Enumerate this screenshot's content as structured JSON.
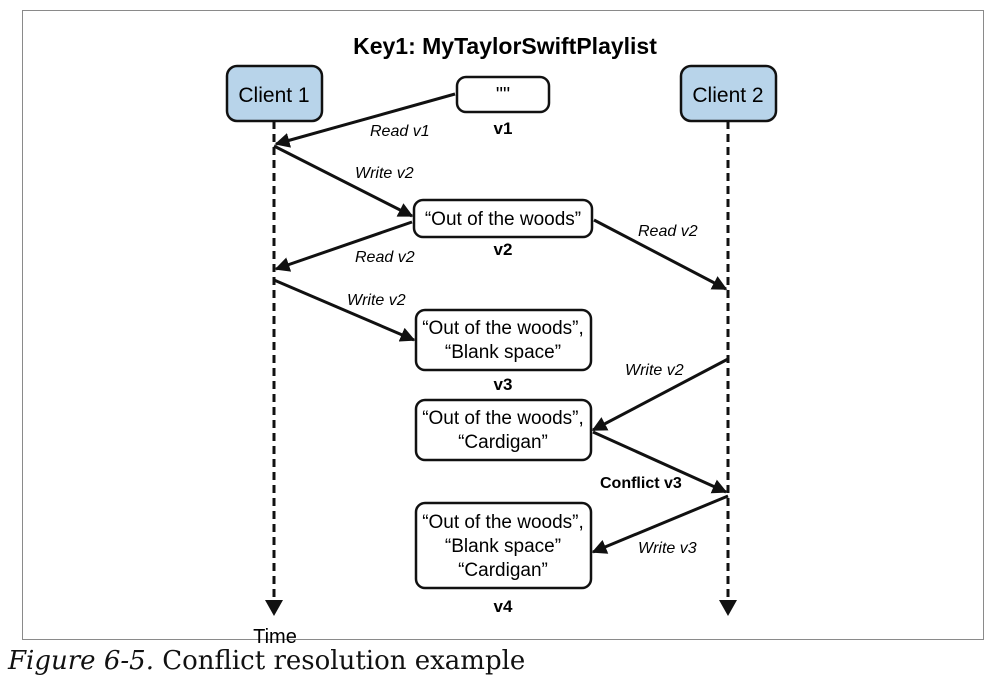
{
  "title": "Key1: MyTaylorSwiftPlaylist",
  "time_label": "Time",
  "caption": {
    "figure_number": "Figure 6-5.",
    "text": "Conflict resolution example"
  },
  "clients": {
    "client1": "Client 1",
    "client2": "Client 2"
  },
  "states": {
    "s1": {
      "lines": [
        "\"\""
      ],
      "version": "v1"
    },
    "s2": {
      "lines": [
        "“Out of the woods”"
      ],
      "version": "v2"
    },
    "s3": {
      "lines": [
        "“Out of the woods”,",
        "“Blank space”"
      ],
      "version": "v3"
    },
    "s4": {
      "lines": [
        "“Out of the woods”,",
        "“Cardigan”"
      ]
    },
    "s5": {
      "lines": [
        "“Out of the woods”,",
        "“Blank space”",
        "“Cardigan”"
      ],
      "version": "v4"
    }
  },
  "arrows": {
    "a1": "Read v1",
    "a2": "Write v2",
    "a3": "Read v2",
    "a4": "Read v2",
    "a5": "Write v2",
    "a6": "Write v2",
    "a7": "Conflict v3",
    "a8": "Write v3"
  },
  "colors": {
    "client_fill": "#b8d4ea",
    "stroke": "#111111"
  }
}
